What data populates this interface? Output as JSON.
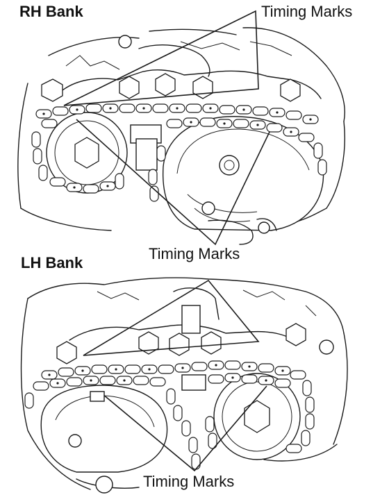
{
  "labels": {
    "rh_bank": "RH Bank",
    "lh_bank": "LH Bank",
    "timing_marks_top": "Timing Marks",
    "timing_marks_middle": "Timing Marks",
    "timing_marks_bottom": "Timing Marks"
  },
  "colors": {
    "ink": "#1a1a1a",
    "paper": "#ffffff"
  }
}
